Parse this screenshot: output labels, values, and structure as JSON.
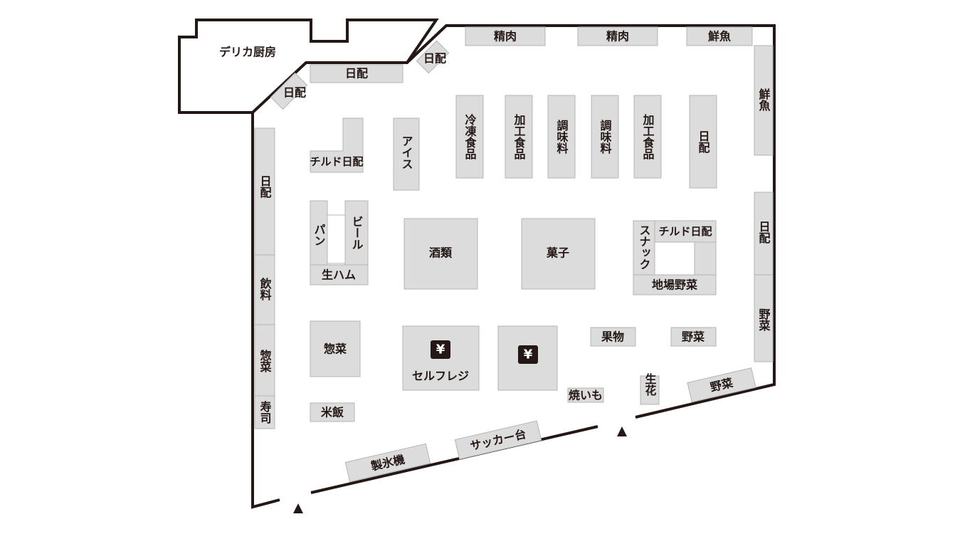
{
  "colors": {
    "wall": "#231815",
    "section_fill": "#dcdcdc",
    "section_border": "#b4b4b4",
    "text": "#231815",
    "background": "#ffffff"
  },
  "icons": {
    "register": "yen-icon",
    "entrance": "triangle-up-icon"
  },
  "labels": {
    "deli_kitchen": "デリカ厨房",
    "nichihai_a": "日配",
    "nichihai_b": "日配",
    "nichihai_c": "日配",
    "meat_1": "精肉",
    "meat_2": "精肉",
    "fish_top": "鮮魚",
    "fish_right": "鮮魚",
    "chilled_1": "チルド日配",
    "ice": "アイス",
    "frozen": "冷凍食品",
    "processed_1": "加工食品",
    "seasoning_1": "調味料",
    "seasoning_2": "調味料",
    "processed_2": "加工食品",
    "nichihai_center": "日配",
    "nichihai_left": "日配",
    "nichihai_right": "日配",
    "bread": "パン",
    "beer": "ビール",
    "ham": "生ハム",
    "liquor": "酒類",
    "sweets": "菓子",
    "snack": "スナック",
    "chilled_2": "チルド日配",
    "local_veg": "地場野菜",
    "drinks": "飲料",
    "deli_left": "惣菜",
    "sushi": "寿司",
    "deli_center": "惣菜",
    "rice": "米飯",
    "self_register": "セルフレジ",
    "fruit": "果物",
    "veg_1": "野菜",
    "veg_right": "野菜",
    "veg_2": "野菜",
    "sweet_potato": "焼いも",
    "flowers": "生花",
    "sacker": "サッカー台",
    "ice_machine": "製氷機"
  }
}
